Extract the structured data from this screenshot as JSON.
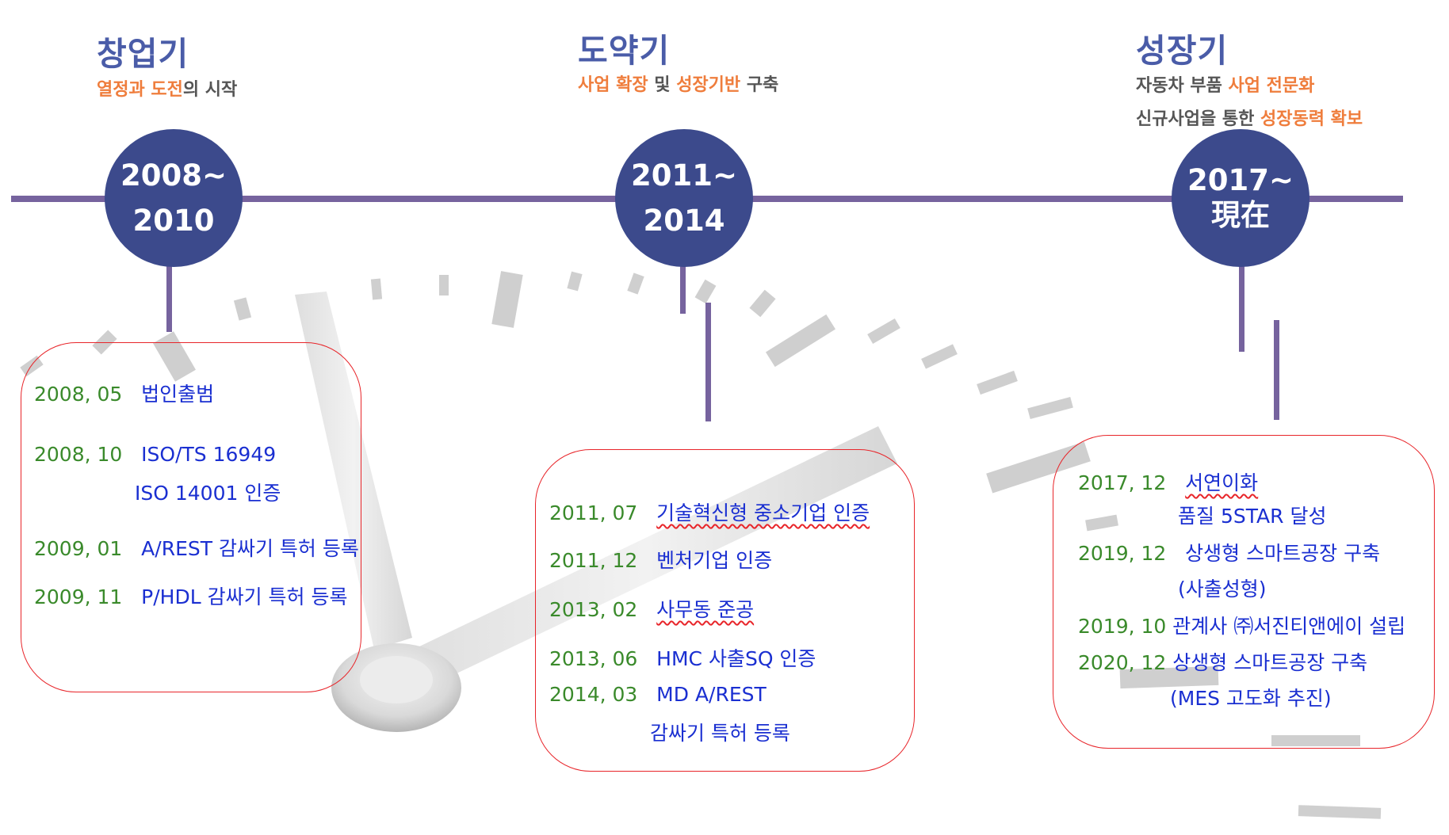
{
  "stages": [
    {
      "title": "창업기",
      "subtitle_lines": [
        [
          {
            "text": "열정과 도전",
            "hl": true
          },
          {
            "text": "의 시작",
            "hl": false
          }
        ]
      ],
      "period_lines": [
        "2008~",
        "2010"
      ]
    },
    {
      "title": "도약기",
      "subtitle_lines": [
        [
          {
            "text": "사업 확장",
            "hl": true
          },
          {
            "text": " 및 ",
            "hl": false
          },
          {
            "text": "성장기반",
            "hl": true
          },
          {
            "text": " 구축",
            "hl": false
          }
        ]
      ],
      "period_lines": [
        "2011~",
        "2014"
      ]
    },
    {
      "title": "성장기",
      "subtitle_lines": [
        [
          {
            "text": "자동차 부품 ",
            "hl": false
          },
          {
            "text": "사업 전문화",
            "hl": true
          }
        ],
        [
          {
            "text": "신규사업을 통한 ",
            "hl": false
          },
          {
            "text": "성장동력 확보",
            "hl": true
          }
        ]
      ],
      "period_lines": [
        "2017~",
        "現在"
      ]
    }
  ],
  "events_1": [
    {
      "date": "2008, 05",
      "text": "법인출범",
      "cont": ""
    },
    {
      "date": "2008, 10",
      "text": "ISO/TS 16949",
      "cont": "ISO 14001 인증"
    },
    {
      "date": "2009, 01",
      "text": "A/REST 감싸기 특허 등록",
      "cont": ""
    },
    {
      "date": "2009, 11",
      "text": "P/HDL 감싸기 특허 등록",
      "cont": ""
    }
  ],
  "events_2": [
    {
      "date": "2011, 07",
      "text": "기술혁신형 중소기업 인증",
      "cont": ""
    },
    {
      "date": "2011, 12",
      "text": "벤처기업 인증",
      "cont": ""
    },
    {
      "date": "2013, 02",
      "text": "사무동 준공",
      "cont": ""
    },
    {
      "date": "2013, 06",
      "text": "HMC 사출SQ 인증",
      "cont": ""
    },
    {
      "date": "2014, 03",
      "text": "MD A/REST",
      "cont": "감싸기 특허 등록"
    }
  ],
  "events_3": [
    {
      "date": "2017, 12",
      "text": "서연이화",
      "cont": "품질 5STAR 달성"
    },
    {
      "date": "2019, 12",
      "text": "상생형 스마트공장 구축",
      "cont": "(사출성형)"
    },
    {
      "date": "2019, 10",
      "text": "관계사 ㈜서진티앤에이 설립",
      "cont": ""
    },
    {
      "date": "2020, 12",
      "text": "상생형 스마트공장 구축",
      "cont": "(MES 고도화 추진)"
    }
  ],
  "colors": {
    "timeline": "#76639e",
    "circle": "#3c4a8c",
    "title": "#4a5ca8",
    "highlight": "#ef7d3c",
    "date": "#3a8a2b",
    "event_text": "#1a2fd1",
    "box_border": "#e8252a"
  },
  "icons": [
    "clock-face-background"
  ]
}
